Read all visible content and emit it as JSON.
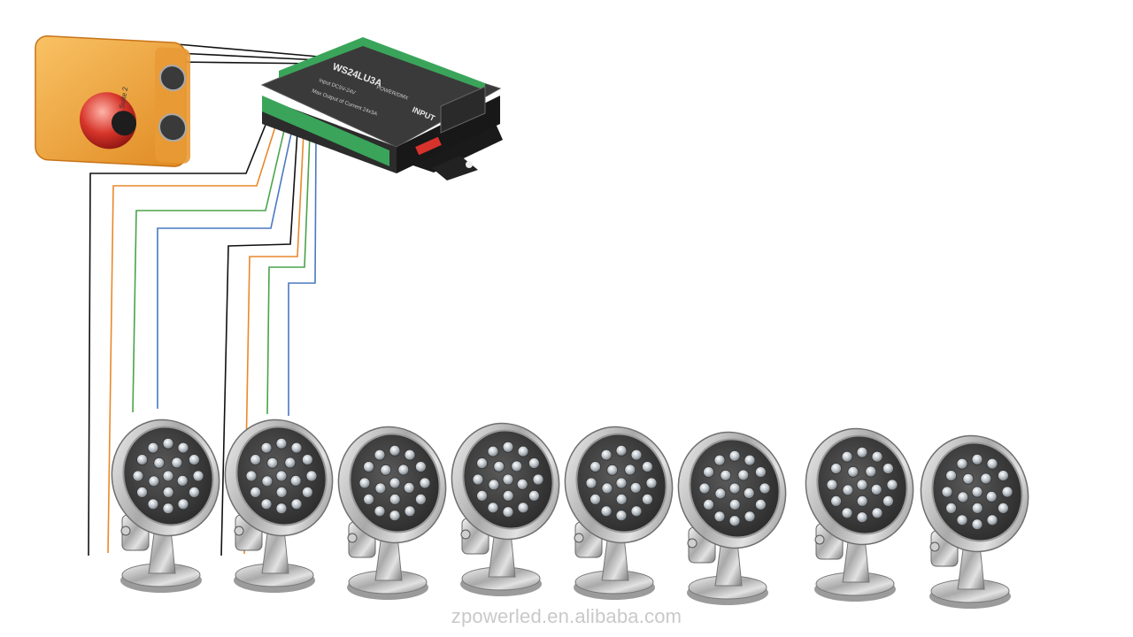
{
  "diagram": {
    "dmx_interface": {
      "brand_text": "Suite 2",
      "icon": "dmx-usb-interface-icon"
    },
    "decoder": {
      "model": "WS24LU3A",
      "label_line_1": "Input DC5V-24V",
      "label_line_2": "Max Output of Current 24x3A",
      "power_label": "POWER/DMX",
      "input_label": "INPUT",
      "icon": "dmx-decoder-icon"
    },
    "fixture": {
      "icon": "led-underwater-spotlight-icon",
      "count": 8,
      "led_count": 18
    },
    "wire_colors": {
      "black": "#111111",
      "orange": "#e8892b",
      "green": "#4aa34a",
      "blue": "#4a78c2"
    }
  },
  "watermark": "zpowerled.en.alibaba.com"
}
